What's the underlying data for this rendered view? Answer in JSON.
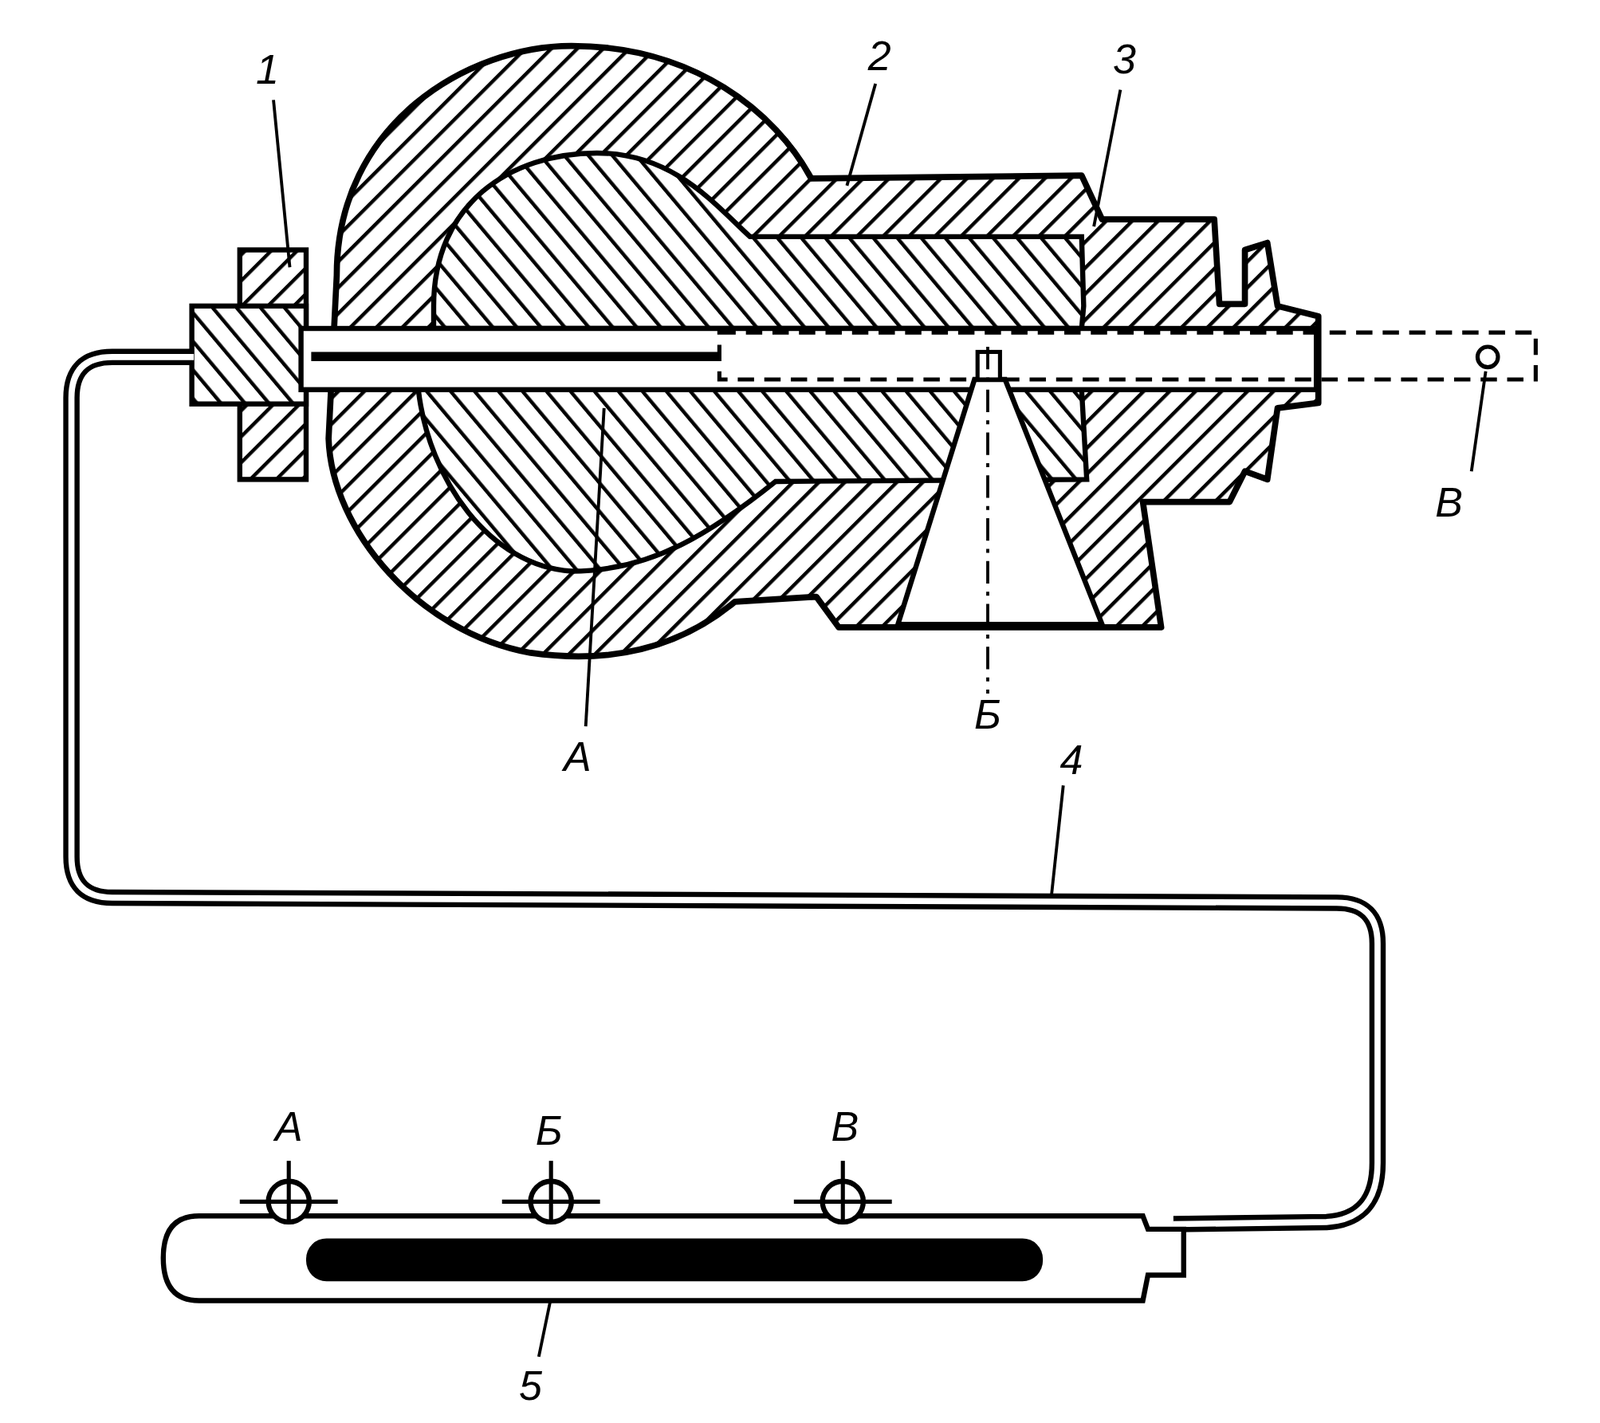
{
  "diagram": {
    "labels": [
      "1",
      "2",
      "3",
      "А",
      "Б",
      "В",
      "4",
      "5",
      "А",
      "Б",
      "В"
    ]
  }
}
